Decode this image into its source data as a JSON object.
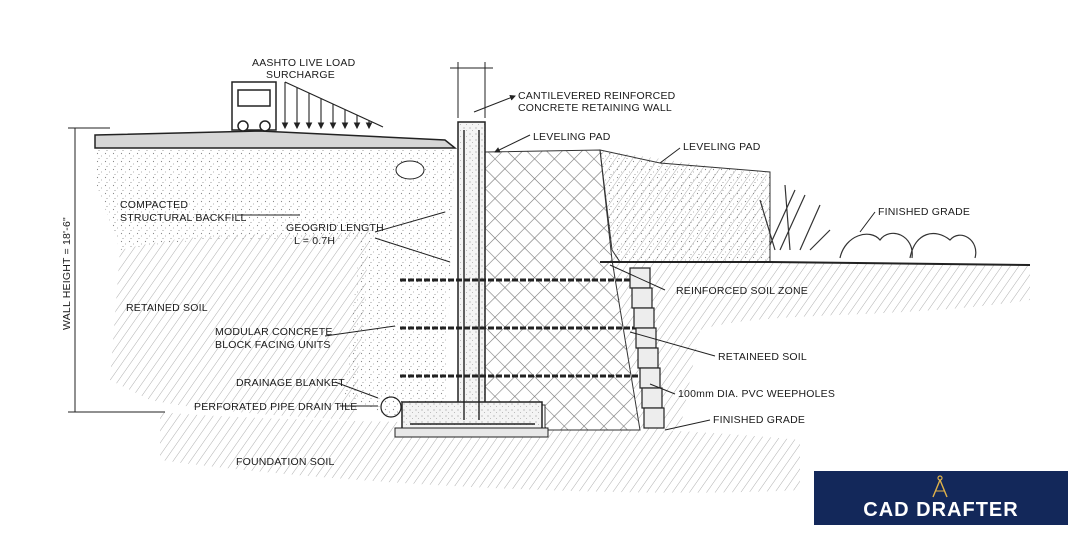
{
  "labels": {
    "live_load_1": "AASHTO LIVE LOAD",
    "live_load_2": "SURCHARGE",
    "cantilever_1": "CANTILEVERED REINFORCED",
    "cantilever_2": "CONCRETE RETAINING WALL",
    "leveling_pad_1": "LEVELING PAD",
    "leveling_pad_2": "LEVELING PAD",
    "backfill_1": "COMPACTED",
    "backfill_2": "STRUCTURAL BACKFILL",
    "geogrid_1": "GEOGRID LENGTH",
    "geogrid_2": "L = 0.7H",
    "finished_grade_top": "FINISHED GRADE",
    "reinforced_zone": "REINFORCED SOIL ZONE",
    "retained_soil_left": "RETAINED SOIL",
    "block_facing_1": "MODULAR CONCRETE",
    "block_facing_2": "BLOCK FACING UNITS",
    "retained_soil_right": "RETAINEED SOIL",
    "drainage_blanket": "DRAINAGE BLANKET",
    "weepholes": "100mm DIA. PVC WEEPHOLES",
    "pipe_drain": "PERFORATED PIPE DRAIN TILE",
    "finished_grade_bottom": "FINISHED GRADE",
    "foundation_soil": "FOUNDATION SOIL",
    "wall_height": "WALL HEIGHT = 18'-6\""
  },
  "logo": {
    "text": "CAD DRAFTER",
    "icon": "drafting-compass-icon",
    "background": "#13285a"
  }
}
